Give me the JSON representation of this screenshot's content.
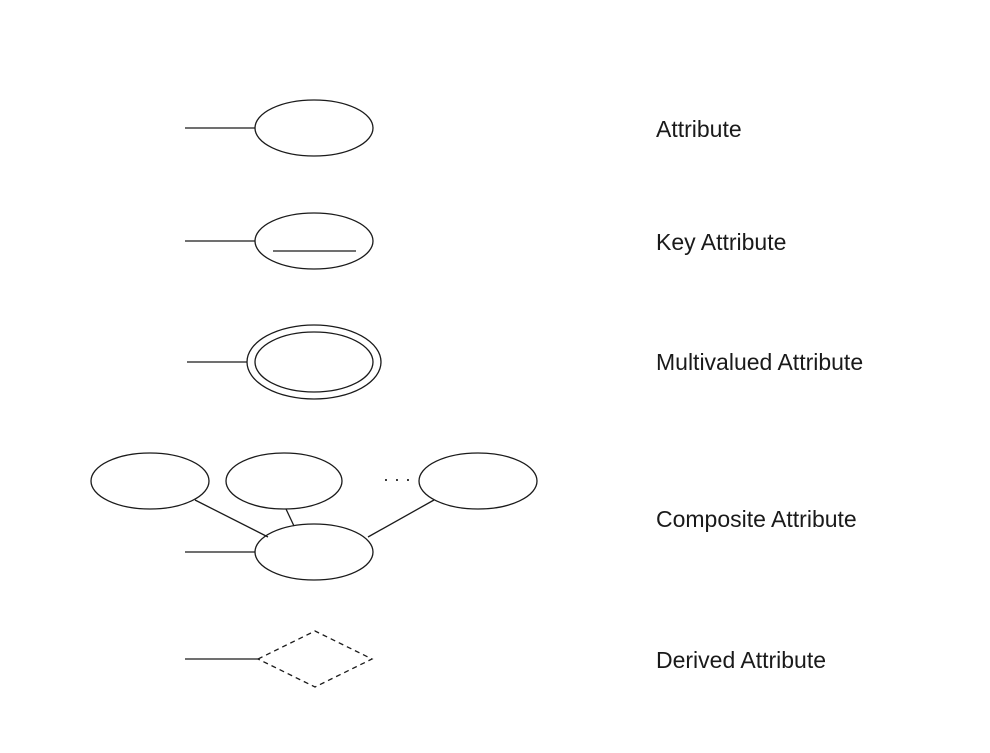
{
  "legend": {
    "attribute": "Attribute",
    "key_attribute": "Key Attribute",
    "multivalued_attribute": "Multivalued Attribute",
    "composite_attribute": "Composite Attribute",
    "derived_attribute": "Derived Attribute"
  },
  "composite_ellipsis": "· · ·"
}
